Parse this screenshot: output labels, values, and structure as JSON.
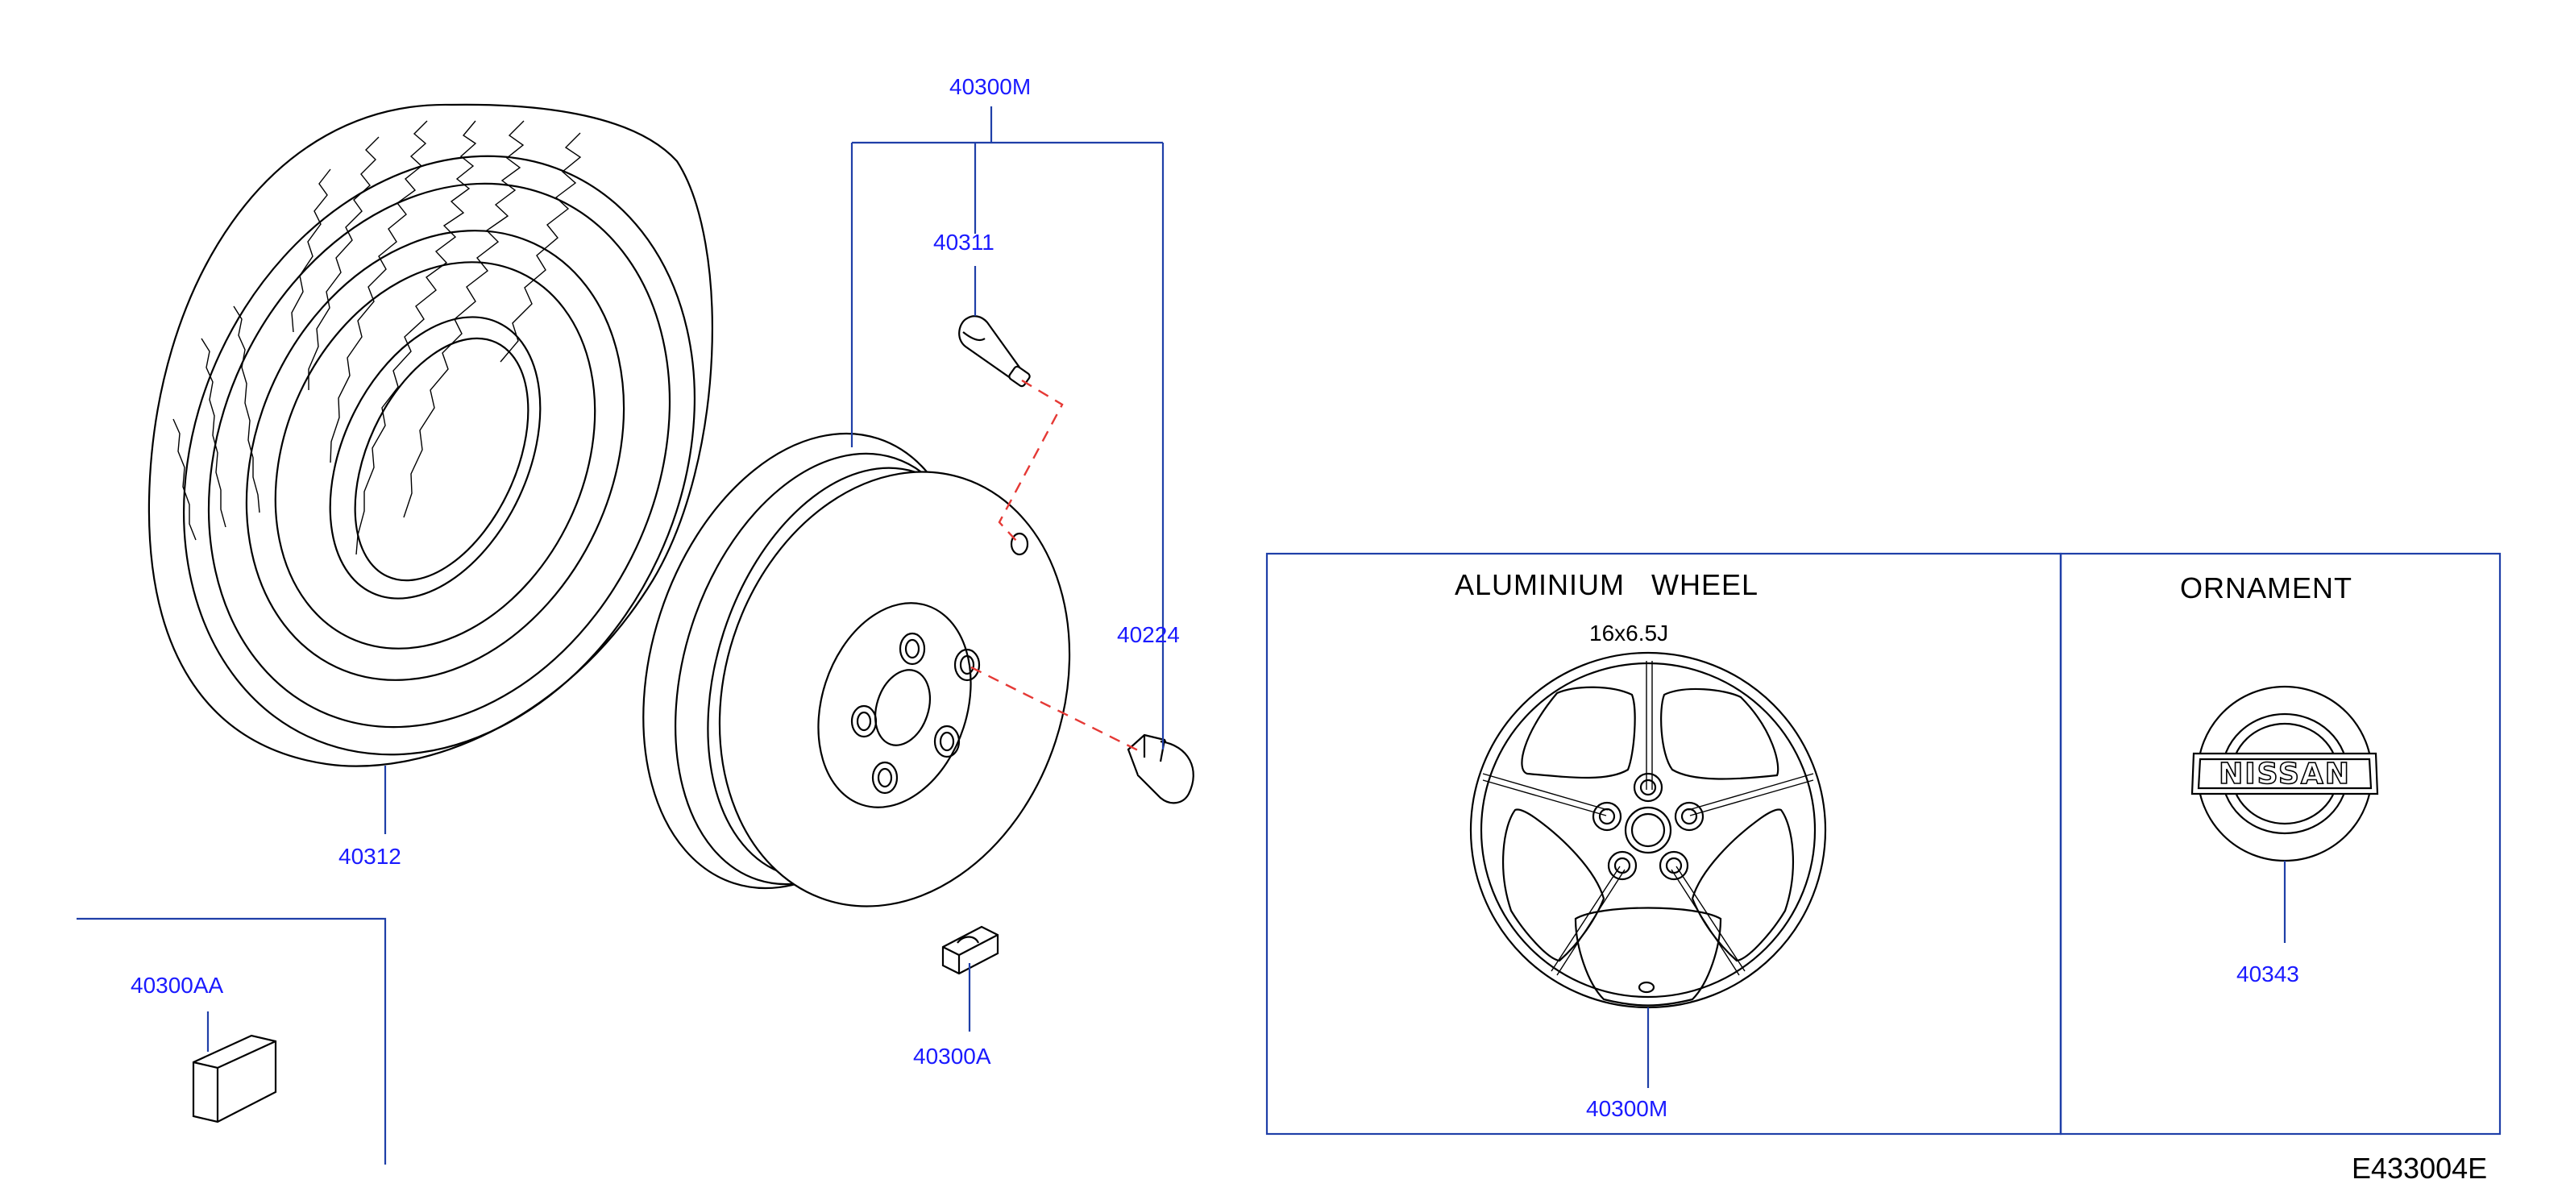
{
  "diagram": {
    "figure_code": "E433004E",
    "colors": {
      "label": "#1a1aff",
      "leader": "#1f3fa8",
      "hidden_line": "#e53935",
      "ink": "#000000"
    },
    "parts": {
      "wheel_assembly": "40300M",
      "valve": "40311",
      "nut": "40224",
      "tire": "40312",
      "balance_weight_a": "40300A",
      "balance_weight_aa": "40300AA",
      "alloy_wheel": "40300M",
      "ornament_part": "40343"
    },
    "panels": {
      "aluminium_wheel": {
        "title": "ALUMINIUM   WHEEL",
        "size": "16x6.5J"
      },
      "ornament": {
        "title": "ORNAMENT",
        "badge_text": "NISSAN"
      }
    }
  }
}
